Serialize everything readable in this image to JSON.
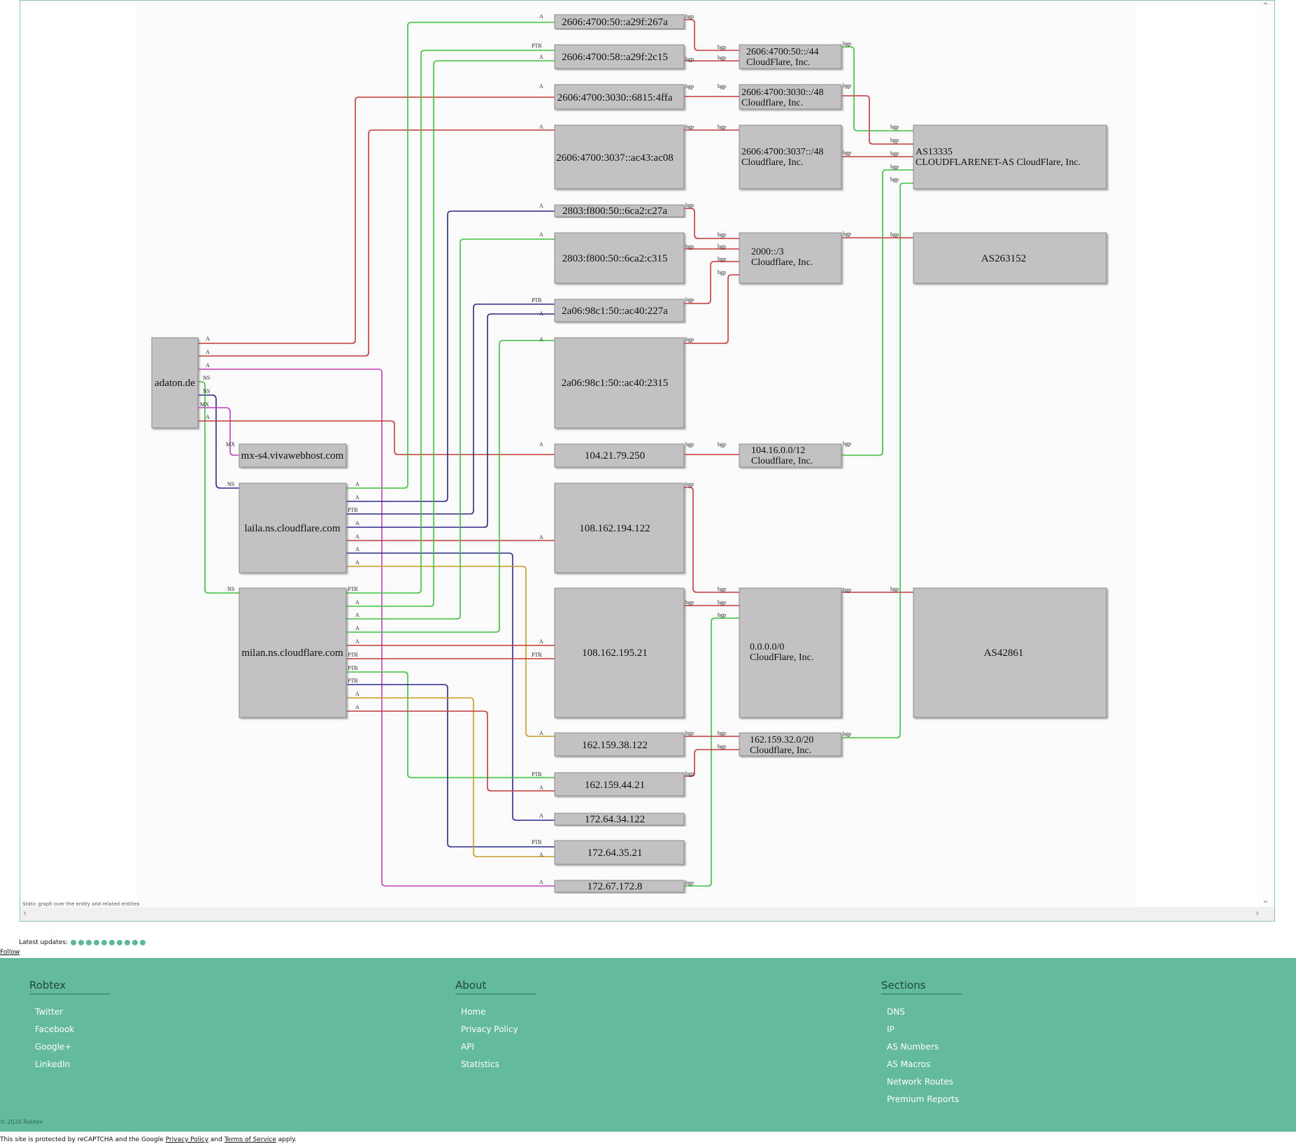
{
  "graph": {
    "caption": "Static graph over the entity and related entities",
    "nodes": {
      "adaton": "adaton.de",
      "mx": "mx-s4.vivawebhost.com",
      "laila": "laila.ns.cloudflare.com",
      "milan": "milan.ns.cloudflare.com",
      "ip1": "2606:4700:50::a29f:267a",
      "ip2": "2606:4700:58::a29f:2c15",
      "ip3": "2606:4700:3030::6815:4ffa",
      "ip4": "2606:4700:3037::ac43:ac08",
      "ip5": "2803:f800:50::6ca2:c27a",
      "ip6": "2803:f800:50::6ca2:c315",
      "ip7": "2a06:98c1:50::ac40:227a",
      "ip8": "2a06:98c1:50::ac40:2315",
      "ip9": "104.21.79.250",
      "ip10": "108.162.194.122",
      "ip11": "108.162.195.21",
      "ip12": "162.159.38.122",
      "ip13": "162.159.44.21",
      "ip14": "172.64.34.122",
      "ip15": "172.64.35.21",
      "ip16": "172.67.172.8",
      "r1a": "2606:4700:50::/44",
      "r1b": "CloudFlare, Inc.",
      "r2a": "2606:4700:3030::/48",
      "r2b": "Cloudflare, Inc.",
      "r3a": "2606:4700:3037::/48",
      "r3b": "Cloudflare, Inc.",
      "r4a": "2000::/3",
      "r4b": "Cloudflare, Inc.",
      "r5a": "104.16.0.0/12",
      "r5b": "Cloudflare, Inc.",
      "r6a": "0.0.0.0/0",
      "r6b": "CloudFlare, Inc.",
      "r7a": "162.159.32.0/20",
      "r7b": "Cloudflare, Inc.",
      "as1a": "AS13335",
      "as1b": "CLOUDFLARENET-AS CloudFlare, Inc.",
      "as2": "AS263152",
      "as3": "AS42861"
    },
    "edge_labels": {
      "a": "A",
      "ptr": "PTR",
      "ns": "NS",
      "mx": "MX",
      "bgp": "bgp"
    },
    "colors": {
      "red": "#c23a3a",
      "green": "#3fbf3f",
      "blue": "#2a2a8a",
      "magenta": "#c23fbf",
      "orange": "#c99a2a",
      "node_fill": "#c3c1c4"
    }
  },
  "updates": {
    "label": "Latest updates:",
    "follow": "Follow"
  },
  "footer": {
    "robtex": {
      "title": "Robtex",
      "items": [
        "Twitter",
        "Facebook",
        "Google+",
        "LinkedIn"
      ]
    },
    "about": {
      "title": "About",
      "items": [
        "Home",
        "Privacy Policy",
        "API",
        "Statistics"
      ]
    },
    "sections": {
      "title": "Sections",
      "items": [
        "DNS",
        "IP",
        "AS Numbers",
        "AS Macros",
        "Network Routes",
        "Premium Reports"
      ]
    },
    "copyright": "© 2020 Robtex",
    "legal": {
      "prefix": "This site is protected by reCAPTCHA and the Google",
      "privacy": "Privacy Policy",
      "and": "and",
      "terms": "Terms of Service",
      "suffix": "apply."
    }
  }
}
